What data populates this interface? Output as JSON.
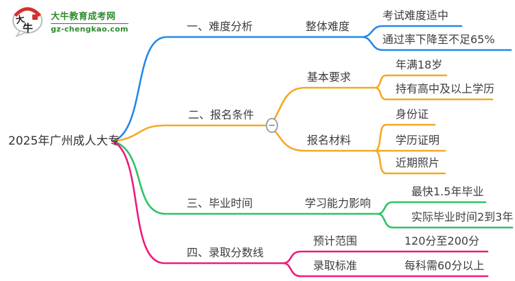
{
  "logo": {
    "bubble_chars": "大牛",
    "title": "大牛教育成考网",
    "domain": "gz-chengkao.com"
  },
  "root": {
    "label": "2025年广州成人大专"
  },
  "colors": {
    "branch1": "#2287e9",
    "branch2": "#f6a81f",
    "branch3": "#29c463",
    "branch4": "#f0187c",
    "brand_green": "#2e8b2e",
    "seal_red": "#d0342c",
    "text": "#3d3d3d"
  },
  "branches": [
    {
      "label": "一、难度分析",
      "children": [
        {
          "label": "整体难度",
          "children": [
            {
              "label": "考试难度适中"
            },
            {
              "label": "通过率下降至不足65%"
            }
          ]
        }
      ]
    },
    {
      "label": "二、报名条件",
      "collapse_icon": "−",
      "children": [
        {
          "label": "基本要求",
          "children": [
            {
              "label": "年满18岁"
            },
            {
              "label": "持有高中及以上学历"
            }
          ]
        },
        {
          "label": "报名材料",
          "children": [
            {
              "label": "身份证"
            },
            {
              "label": "学历证明"
            },
            {
              "label": "近期照片"
            }
          ]
        }
      ]
    },
    {
      "label": "三、毕业时间",
      "children": [
        {
          "label": "学习能力影响",
          "children": [
            {
              "label": "最快1.5年毕业"
            },
            {
              "label": "实际毕业时间2到3年"
            }
          ]
        }
      ]
    },
    {
      "label": "四、录取分数线",
      "children": [
        {
          "label": "预计范围",
          "children": [
            {
              "label": "120分至200分"
            }
          ]
        },
        {
          "label": "录取标准",
          "children": [
            {
              "label": "每科需60分以上"
            }
          ]
        }
      ]
    }
  ]
}
